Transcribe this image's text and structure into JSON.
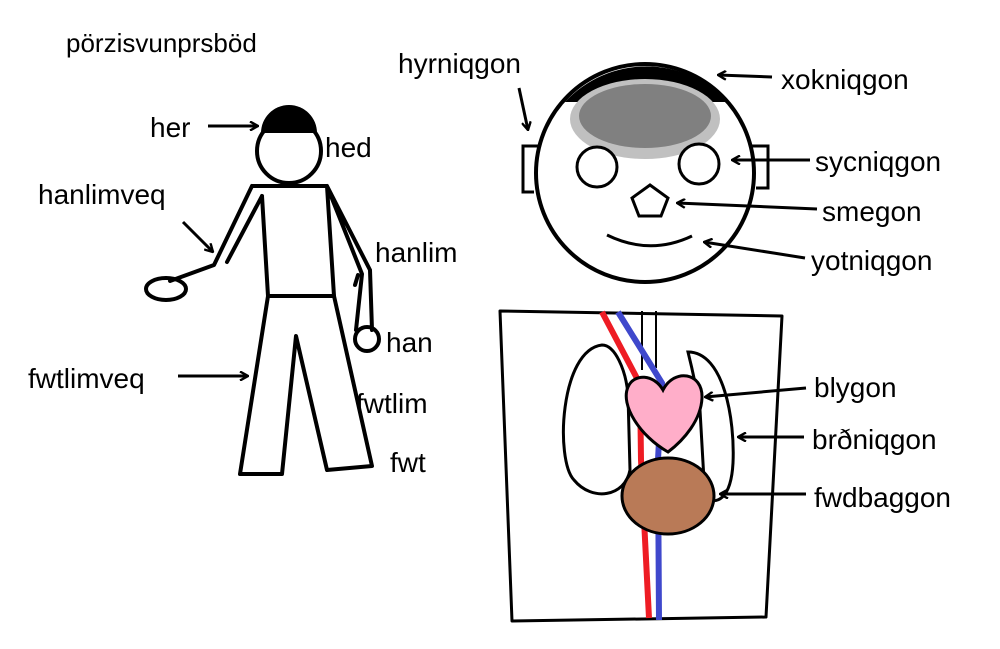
{
  "title": "pörzisvunprsböd",
  "colors": {
    "ink": "#000000",
    "hair": "#000000",
    "brain_gray": "#808080",
    "brain_rim": "#c0c0c0",
    "artery": "#ee1c24",
    "vein": "#3f48cc",
    "heart": "#ffaec9",
    "stomach": "#b97a57"
  },
  "labels": {
    "her": "her",
    "hed": "hed",
    "hanlimveq": "hanlimveq",
    "hanlim": "hanlim",
    "han": "han",
    "fwtlimveq": "fwtlimveq",
    "fwtlim": "fwtlim",
    "fwt": "fwt",
    "hyrniqgon": "hyrniqgon",
    "xokniqgon": "xokniqgon",
    "sycniqgon": "sycniqgon",
    "smegon": "smegon",
    "yotniqgon": "yotniqgon",
    "blygon": "blygon",
    "brdniqgon": "brðniqgon",
    "fwdbaggon": "fwdbaggon"
  }
}
